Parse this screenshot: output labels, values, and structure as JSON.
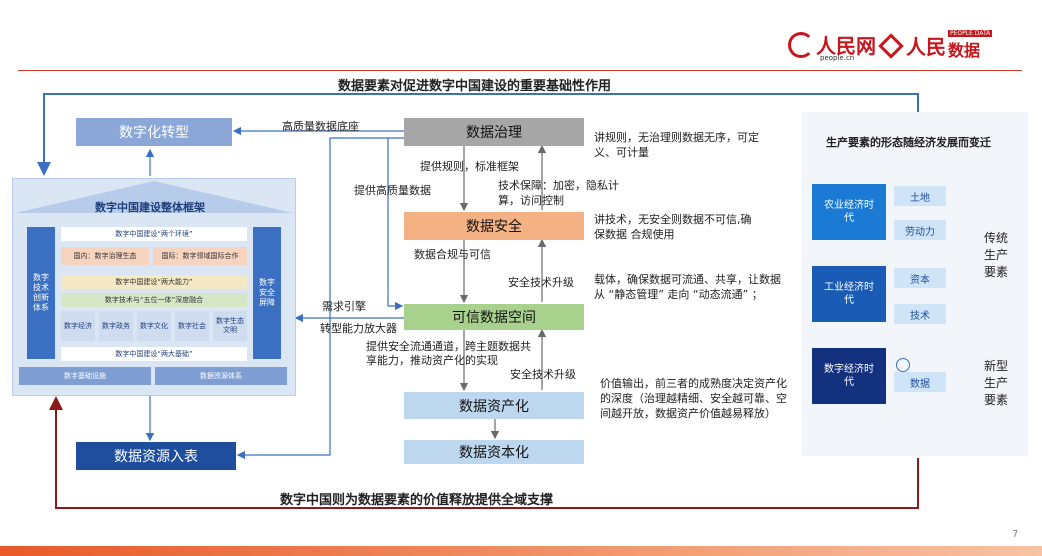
{
  "header": {
    "logo1_text": "人民网",
    "logo1_sub": "people.cn",
    "logo2_text": "人民",
    "logo2_tag": "PEOPLE DATA",
    "logo2_sub": "数据"
  },
  "diagram": {
    "title": "数据要素对促进数字中国建设的重要基础性作用",
    "bottom_title": "数字中国则为数据要素的价值释放提供全域支撑",
    "left": {
      "top_box": "数字化转型",
      "bottom_box": "数据资源入表",
      "framework": {
        "title": "数字中国建设整体框架",
        "two_env": "数字中国建设“两个环境”",
        "domestic": "国内：数字治理生态",
        "international": "国际：数字领域国际合作",
        "two_abilities": "数字中国建设“两大能力”",
        "five_in_one": "数字技术与“五位一体”深度融合",
        "left_pillar": "数字技术创新体系",
        "right_pillar": "数字安全屏障",
        "columns": [
          "数字经济",
          "数字政务",
          "数字文化",
          "数字社会",
          "数字生态文明"
        ],
        "two_foundations": "数字中国建设“两大基础”",
        "infrastructure": "数字基础设施",
        "resource_system": "数据资源体系"
      }
    },
    "center": {
      "nodes": [
        "数据治理",
        "数据安全",
        "可信数据空间",
        "数据资产化",
        "数据资本化"
      ],
      "labels": {
        "hq_base": "高质量数据底座",
        "rules": "提供规则，标准框架",
        "hq_data": "提供高质量数据",
        "tech_guard": "技术保障：加密，隐私计算，访问控制",
        "compliance": "数据合规与可信",
        "sec_upgrade1": "安全技术升级",
        "demand": "需求引擎",
        "amplifier": "转型能力放大器",
        "channel": "提供安全流通通道，跨主题数据共享能力，推动资产化的实现",
        "sec_upgrade2": "安全技术升级"
      },
      "descs": [
        "讲规则，无治理则数据无序，可定义、可计量",
        "讲技术，无安全则数据不可信,确保数据 合规使用",
        "载体，确保数据可流通、共享，让数据从 “静态管理” 走向 “动态流通” ；",
        "价值输出，前三者的成熟度决定资产化的深度（治理越精细、安全越可靠、空间越开放，数据资产价值越易释放）"
      ]
    },
    "right": {
      "title": "生产要素的形态随经济发展而变迁",
      "eras": [
        "农业经济时代",
        "工业经济时代",
        "数字经济时代"
      ],
      "factors": [
        "土地",
        "劳动力",
        "资本",
        "技术",
        "数据"
      ],
      "traditional": "传统生产要素",
      "new": "新型生产要素"
    }
  },
  "footer": {
    "page_number": "7"
  },
  "colors": {
    "accent_red": "#c8161d",
    "blue_dark": "#1f4e9e",
    "blue_light": "#8aa7d8",
    "green": "#a9d18e",
    "orange": "#f4b183",
    "gray": "#a6a6a6"
  }
}
